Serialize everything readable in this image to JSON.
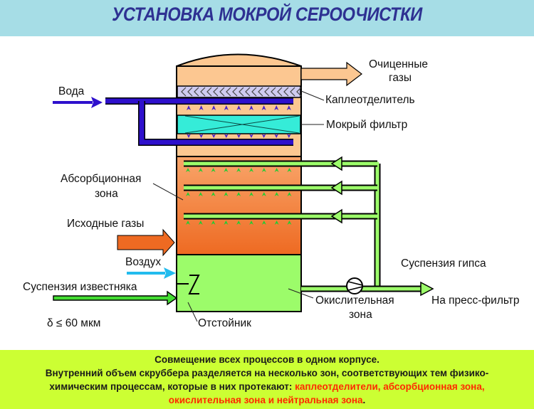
{
  "title": "УСТАНОВКА МОКРОЙ СЕРООЧИСТКИ",
  "colors": {
    "header_bg": "#a6dde6",
    "title": "#2e3192",
    "water": "#2e10cc",
    "gas_upper": "#fcc791",
    "gas_lower": "#f0782a",
    "filter": "#35ecd8",
    "mist": "#cfcbf0",
    "slurry": "#9cfc6a",
    "air": "#22bbee",
    "footer_bg": "#ccff33",
    "highlight": "#ff2a00"
  },
  "labels": {
    "clean_gas_1": "Очиценные",
    "clean_gas_2": "газы",
    "mist_eliminator": "Каплеотделитель",
    "wet_filter": "Мокрый фильтр",
    "water": "Вода",
    "absorption_1": "Абсорбционная",
    "absorption_2": "зона",
    "raw_gas": "Исходные газы",
    "air": "Воздух",
    "limestone": "Суспензия известняка",
    "particle_size": "δ ≤ 60 мкм",
    "settler": "Отстойник",
    "oxidation_1": "Окислительная",
    "oxidation_2": "зона",
    "gypsum": "Суспензия гипса",
    "press_filter": "На пресс-фильтр"
  },
  "footer": {
    "line1": "Совмещение всех процессов в одном корпусе.",
    "line2": "Внутренний объем скруббера разделяется на несколько зон, соответствующих тем физико-",
    "line3_prefix": "химическим процессам, которые в них протекают: ",
    "line3_highlight": "каплеотделители, абсорбционная зона,",
    "line4_highlight": "окислительная зона и нейтральная зона",
    "line4_suffix": "."
  }
}
